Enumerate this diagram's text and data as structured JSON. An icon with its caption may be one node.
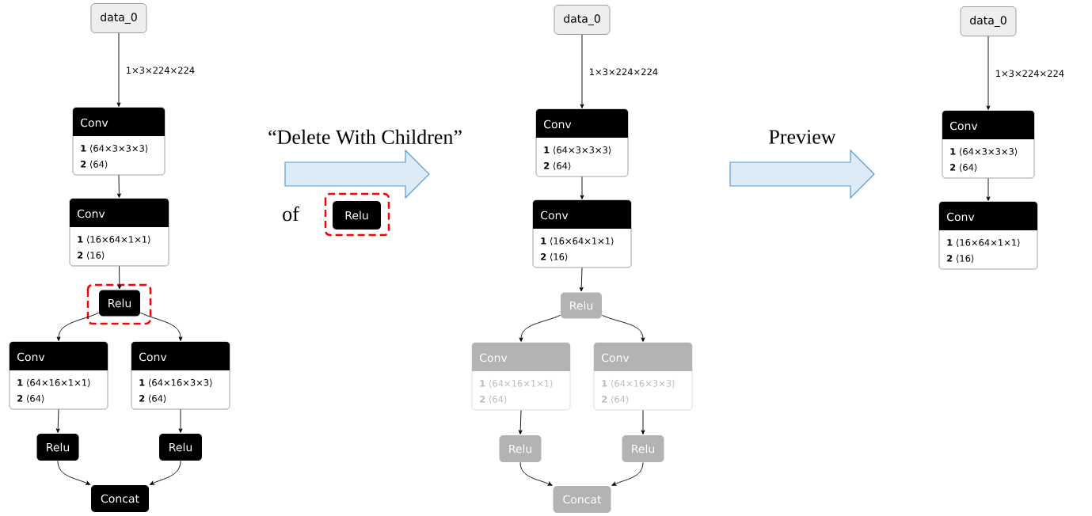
{
  "diagram": {
    "nodes": [
      {
        "text": [
          "data_0"
        ]
      },
      {
        "text": [
          "Conv",
          "**1** ⟨64×3×3×3⟩",
          "**2** ⟨64⟩"
        ]
      },
      {
        "text": [
          "Conv",
          "**1** ⟨16×64×1×1⟩",
          "**2** ⟨16⟩"
        ]
      },
      {
        "text": [
          "Relu"
        ]
      },
      {
        "text": [
          "Conv",
          "**1** ⟨64×16×1×1⟩",
          "**2** ⟨64⟩"
        ]
      },
      {
        "text": [
          "Conv",
          "**1** ⟨64×16×3×3⟩",
          "**2** ⟨64⟩"
        ]
      },
      {
        "text": [
          "Relu"
        ]
      },
      {
        "text": [
          "Relu"
        ]
      },
      {
        "text": [
          "Concat"
        ]
      },
      {
        "text": [
          "Relu"
        ]
      },
      {
        "text": [
          "data_0"
        ]
      },
      {
        "text": [
          "Conv",
          "**1** ⟨64×3×3×3⟩",
          "**2** ⟨64⟩"
        ]
      },
      {
        "text": [
          "Conv",
          "**1** ⟨16×64×1×1⟩",
          "**2** ⟨16⟩"
        ]
      },
      {
        "text": [
          "Relu"
        ]
      },
      {
        "text": [
          "Conv",
          "**1** ⟨64×16×1×1⟩",
          "**2** ⟨64⟩"
        ]
      },
      {
        "text": [
          "Conv",
          "**1** ⟨64×16×3×3⟩",
          "**2** ⟨64⟩"
        ]
      },
      {
        "text": [
          "Relu"
        ]
      },
      {
        "text": [
          "Relu"
        ]
      },
      {
        "text": [
          "Concat"
        ]
      },
      {
        "text": [
          "data_0"
        ]
      },
      {
        "text": [
          "Conv",
          "**1** ⟨64×3×3×3⟩",
          "**2** ⟨64⟩"
        ]
      },
      {
        "text": [
          "Conv",
          "**1** ⟨16×64×1×1⟩",
          "**2** ⟨16⟩"
        ]
      }
    ],
    "edges": [
      {
        "from": 0,
        "to": 1,
        "arrow": "to",
        "label": "1×3×224×224"
      },
      {
        "from": 1,
        "to": 2,
        "arrow": "to"
      },
      {
        "from": 2,
        "to": 3,
        "arrow": "to"
      },
      {
        "from": 3,
        "to": 4,
        "arrow": "to"
      },
      {
        "from": 3,
        "to": 5,
        "arrow": "to"
      },
      {
        "from": 4,
        "to": 6,
        "arrow": "to"
      },
      {
        "from": 5,
        "to": 7,
        "arrow": "to"
      },
      {
        "from": 6,
        "to": 8,
        "arrow": "to"
      },
      {
        "from": 7,
        "to": 8,
        "arrow": "to"
      },
      {
        "from": 10,
        "to": 11,
        "arrow": "to",
        "label": "1×3×224×224"
      },
      {
        "from": 11,
        "to": 12,
        "arrow": "to"
      },
      {
        "from": 12,
        "to": 13,
        "arrow": "to"
      },
      {
        "from": 13,
        "to": 14,
        "arrow": "to"
      },
      {
        "from": 13,
        "to": 15,
        "arrow": "to"
      },
      {
        "from": 14,
        "to": 16,
        "arrow": "to"
      },
      {
        "from": 15,
        "to": 17,
        "arrow": "to"
      },
      {
        "from": 16,
        "to": 18,
        "arrow": "to"
      },
      {
        "from": 17,
        "to": 18,
        "arrow": "to"
      },
      {
        "from": 19,
        "to": 20,
        "arrow": "to",
        "label": "1×3×224×224"
      },
      {
        "from": 20,
        "to": 21,
        "arrow": "to"
      }
    ],
    "labels": [
      "“Delete With Children”",
      "of",
      "Preview"
    ]
  }
}
